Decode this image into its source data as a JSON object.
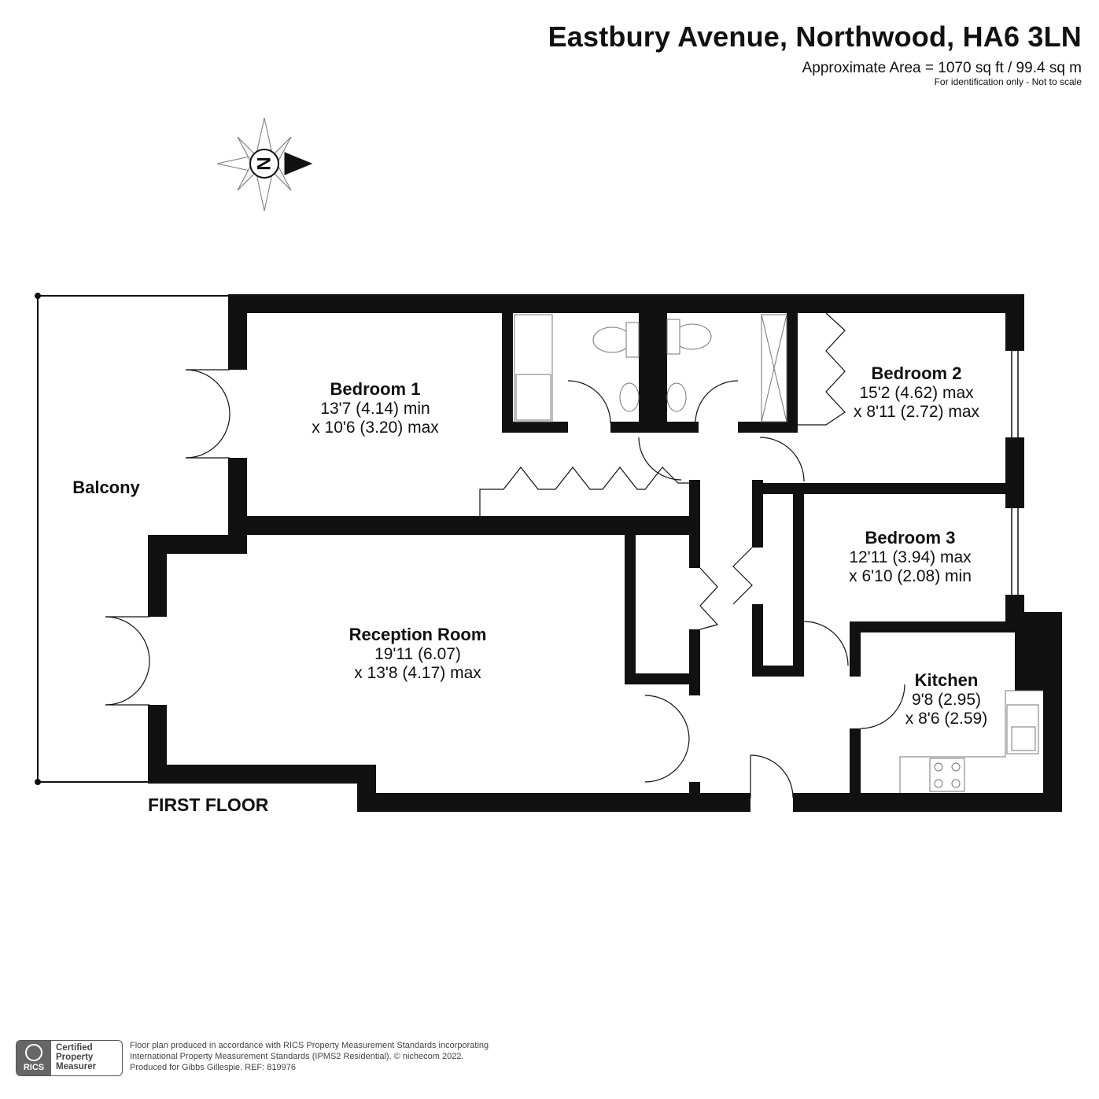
{
  "header": {
    "title": "Eastbury Avenue, Northwood, HA6 3LN",
    "area": "Approximate Area = 1070 sq ft / 99.4 sq m",
    "note": "For identification only - Not to scale"
  },
  "compass": {
    "letter": "N",
    "icon": "compass-icon"
  },
  "rooms": {
    "bedroom1": {
      "name": "Bedroom 1",
      "dim1": "13'7 (4.14) min",
      "dim2": "x 10'6 (3.20) max"
    },
    "bedroom2": {
      "name": "Bedroom 2",
      "dim1": "15'2 (4.62) max",
      "dim2": "x 8'11 (2.72) max"
    },
    "bedroom3": {
      "name": "Bedroom 3",
      "dim1": "12'11 (3.94) max",
      "dim2": "x 6'10 (2.08) min"
    },
    "reception": {
      "name": "Reception Room",
      "dim1": "19'11 (6.07)",
      "dim2": "x 13'8 (4.17) max"
    },
    "kitchen": {
      "name": "Kitchen",
      "dim1": "9'8 (2.95)",
      "dim2": "x 8'6 (2.59)"
    },
    "balcony": {
      "name": "Balcony"
    }
  },
  "floor_label": "FIRST FLOOR",
  "badge": {
    "logo_text": "RICS",
    "line1": "Certified",
    "line2": "Property",
    "line3": "Measurer"
  },
  "footer": {
    "line1": "Floor plan produced in accordance with RICS Property Measurement Standards incorporating",
    "line2": "International Property Measurement Standards (IPMS2 Residential).   © nichecom 2022.",
    "line3": "Produced for Gibbs Gillespie.   REF: 819976"
  },
  "colors": {
    "wall": "#111111",
    "line": "#111111",
    "fixture": "#777777"
  }
}
